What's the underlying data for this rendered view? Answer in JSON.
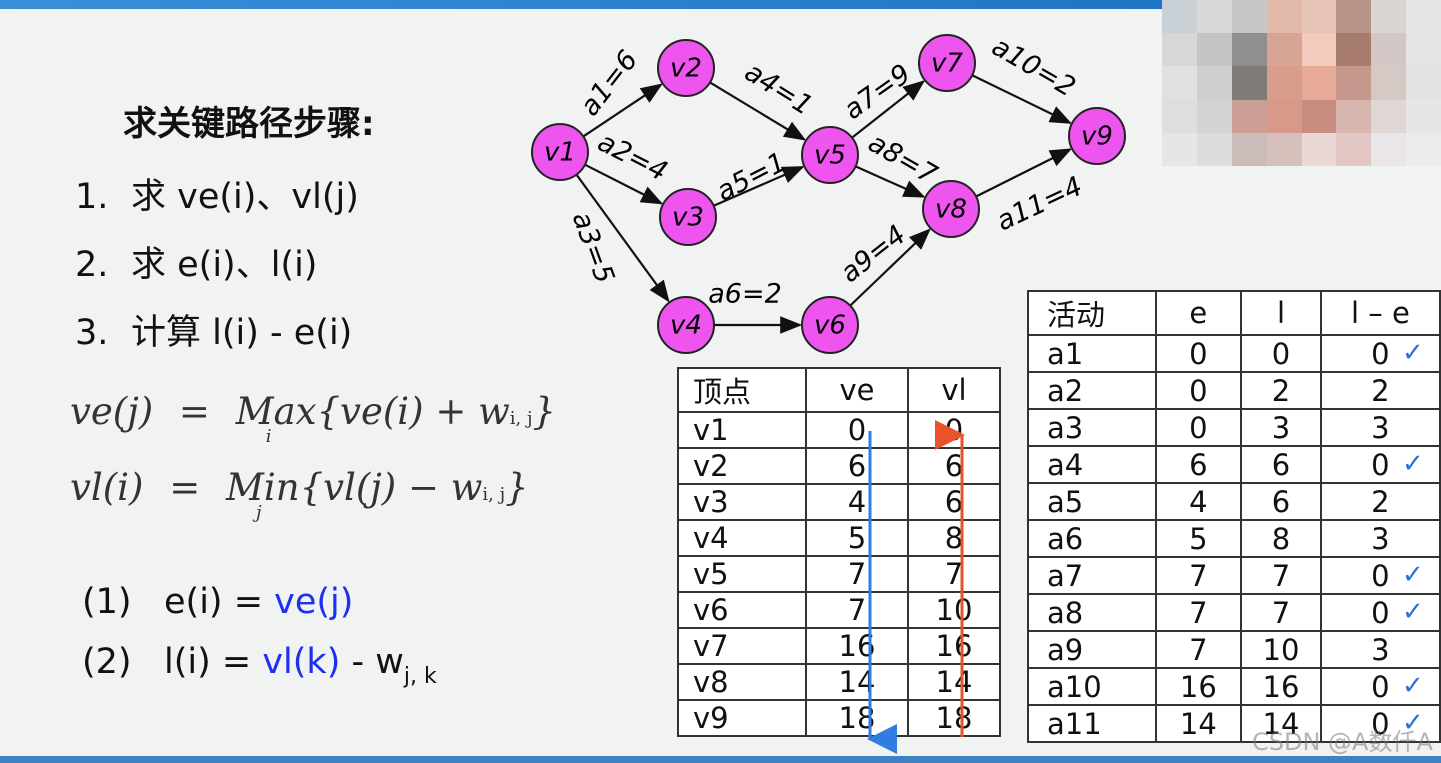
{
  "steps_title": "求关键路径步骤:",
  "steps": [
    {
      "num": "1.",
      "text": "求 ve(i)、vl(j)"
    },
    {
      "num": "2.",
      "text": "求 e(i)、l(i)"
    },
    {
      "num": "3.",
      "text": "计算 l(i) - e(i)"
    }
  ],
  "formulas": {
    "ve": {
      "lhs": "ve(j)",
      "eq": "=",
      "op": "Max",
      "op_sub": "i",
      "body": "{ve(i) + w",
      "w_sub": "i, j",
      "close": "}"
    },
    "vl": {
      "lhs": "vl(i)",
      "eq": "=",
      "op": "Min",
      "op_sub": "j",
      "body": "{vl(j) − w",
      "w_sub": "i, j",
      "close": "}"
    }
  },
  "rules": [
    {
      "num": "(1)",
      "lhs": "e(i) = ",
      "blue": "ve(j)",
      "tail": "",
      "sub": ""
    },
    {
      "num": "(2)",
      "lhs": "l(i) = ",
      "blue": "vl(k)",
      "tail": " - w",
      "sub": "j, k"
    }
  ],
  "graph": {
    "nodes": [
      "v1",
      "v2",
      "v3",
      "v4",
      "v5",
      "v6",
      "v7",
      "v8",
      "v9"
    ],
    "edges": [
      {
        "from": "v1",
        "to": "v2",
        "label": "a1=6"
      },
      {
        "from": "v1",
        "to": "v3",
        "label": "a2=4"
      },
      {
        "from": "v1",
        "to": "v4",
        "label": "a3=5"
      },
      {
        "from": "v2",
        "to": "v5",
        "label": "a4=1"
      },
      {
        "from": "v3",
        "to": "v5",
        "label": "a5=1"
      },
      {
        "from": "v4",
        "to": "v6",
        "label": "a6=2"
      },
      {
        "from": "v5",
        "to": "v7",
        "label": "a7=9"
      },
      {
        "from": "v5",
        "to": "v8",
        "label": "a8=7"
      },
      {
        "from": "v6",
        "to": "v8",
        "label": "a9=4"
      },
      {
        "from": "v7",
        "to": "v9",
        "label": "a10=2"
      },
      {
        "from": "v8",
        "to": "v9",
        "label": "a11=4"
      }
    ],
    "colors": {
      "node_fill": "#ee55ee",
      "node_stroke": "#222222",
      "edge": "#111111"
    }
  },
  "vertex_table": {
    "headers": [
      "顶点",
      "ve",
      "vl"
    ],
    "rows": [
      [
        "v1",
        "0",
        "0"
      ],
      [
        "v2",
        "6",
        "6"
      ],
      [
        "v3",
        "4",
        "6"
      ],
      [
        "v4",
        "5",
        "8"
      ],
      [
        "v5",
        "7",
        "7"
      ],
      [
        "v6",
        "7",
        "10"
      ],
      [
        "v7",
        "16",
        "16"
      ],
      [
        "v8",
        "14",
        "14"
      ],
      [
        "v9",
        "18",
        "18"
      ]
    ],
    "arrow_colors": {
      "ve": "#2f7de0",
      "vl": "#e8532a"
    }
  },
  "activity_table": {
    "headers": [
      "活动",
      "e",
      "l",
      "l – e"
    ],
    "rows": [
      [
        "a1",
        "0",
        "0",
        "0"
      ],
      [
        "a2",
        "0",
        "2",
        "2"
      ],
      [
        "a3",
        "0",
        "3",
        "3"
      ],
      [
        "a4",
        "6",
        "6",
        "0"
      ],
      [
        "a5",
        "4",
        "6",
        "2"
      ],
      [
        "a6",
        "5",
        "8",
        "3"
      ],
      [
        "a7",
        "7",
        "7",
        "0"
      ],
      [
        "a8",
        "7",
        "7",
        "0"
      ],
      [
        "a9",
        "7",
        "10",
        "3"
      ],
      [
        "a10",
        "16",
        "16",
        "0"
      ],
      [
        "a11",
        "14",
        "14",
        "0"
      ]
    ],
    "checked_rows": [
      "a1",
      "a4",
      "a7",
      "a8",
      "a10",
      "a11"
    ],
    "check_glyph": "✓"
  },
  "watermark": "CSDN @A数仟A"
}
